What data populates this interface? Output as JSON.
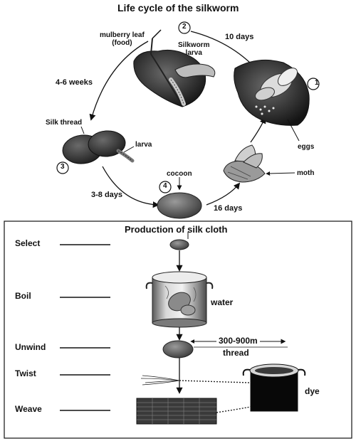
{
  "life_cycle": {
    "title": "Life cycle of the silkworm",
    "stage_numbers": [
      "1",
      "2",
      "3",
      "4"
    ],
    "labels": {
      "mulberry_leaf": "mulberry leaf\n(food)",
      "silkworm_larva": "Silkworm\nlarva",
      "eggs": "eggs",
      "moth": "moth",
      "cocoon": "cocoon",
      "silk_thread": "Silk thread",
      "larva": "larva"
    },
    "durations": {
      "eggs_to_larva": "10 days",
      "larva_to_cocoon": "4-6 weeks",
      "cocoon_stage": "3-8 days",
      "cocoon_to_moth": "16 days"
    }
  },
  "production": {
    "title": "Production of silk cloth",
    "steps": [
      "Select",
      "Boil",
      "Unwind",
      "Twist",
      "Weave"
    ],
    "labels": {
      "water": "water",
      "thread_length": "300-900m",
      "thread": "thread",
      "dye": "dye"
    }
  }
}
